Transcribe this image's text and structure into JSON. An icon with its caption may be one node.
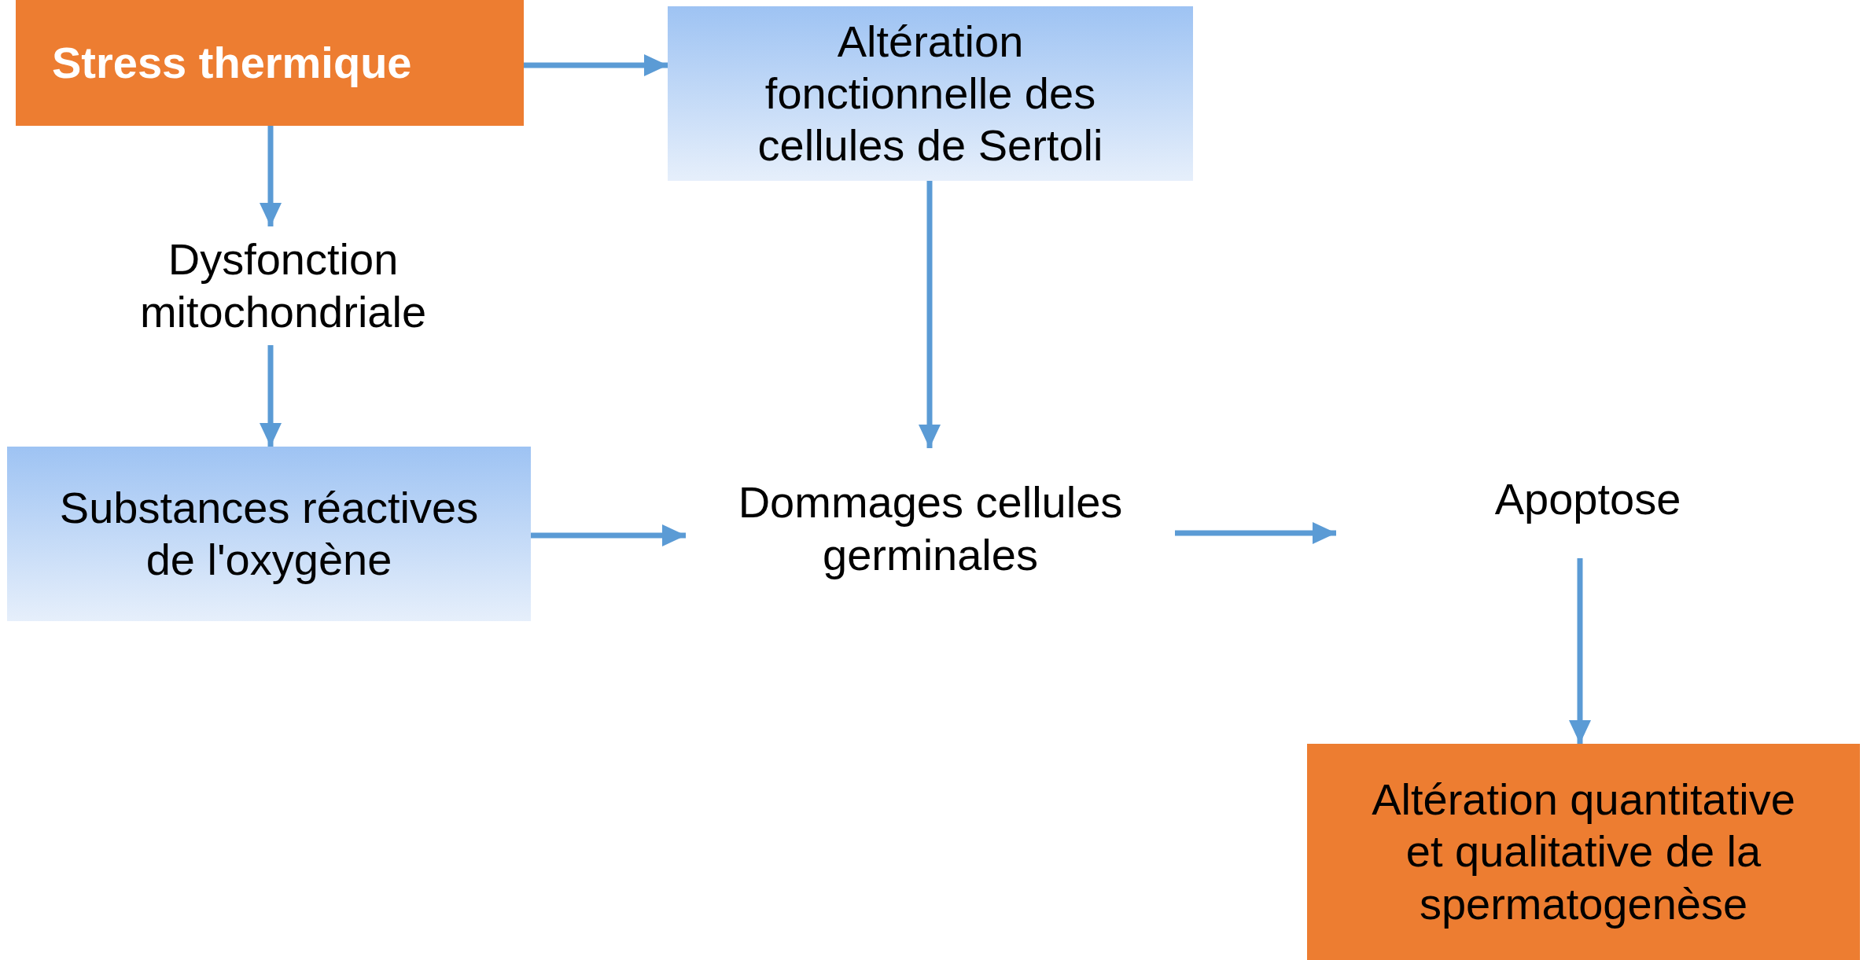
{
  "diagram": {
    "nodes": [
      {
        "text": [
          "Stress thermique"
        ]
      },
      {
        "text": [
          "Altération fonctionnelle des cellules de Sertoli"
        ]
      },
      {
        "text": [
          "Dysfonction mitochondriale"
        ]
      },
      {
        "text": [
          "Substances réactives de l'oxygène"
        ]
      },
      {
        "text": [
          "Dommages cellules germinales"
        ]
      },
      {
        "text": [
          "Apoptose"
        ]
      },
      {
        "text": [
          "Altération quantitative et qualitative de la spermatogenèse"
        ]
      }
    ],
    "edges": [
      {
        "from": 0,
        "to": 1,
        "arrow": "to"
      },
      {
        "from": 0,
        "to": 2,
        "arrow": "to"
      },
      {
        "from": 2,
        "to": 3,
        "arrow": "to"
      },
      {
        "from": 1,
        "to": 4,
        "arrow": "to"
      },
      {
        "from": 3,
        "to": 4,
        "arrow": "to"
      },
      {
        "from": 4,
        "to": 5,
        "arrow": "to"
      },
      {
        "from": 5,
        "to": 6,
        "arrow": "to"
      }
    ]
  }
}
